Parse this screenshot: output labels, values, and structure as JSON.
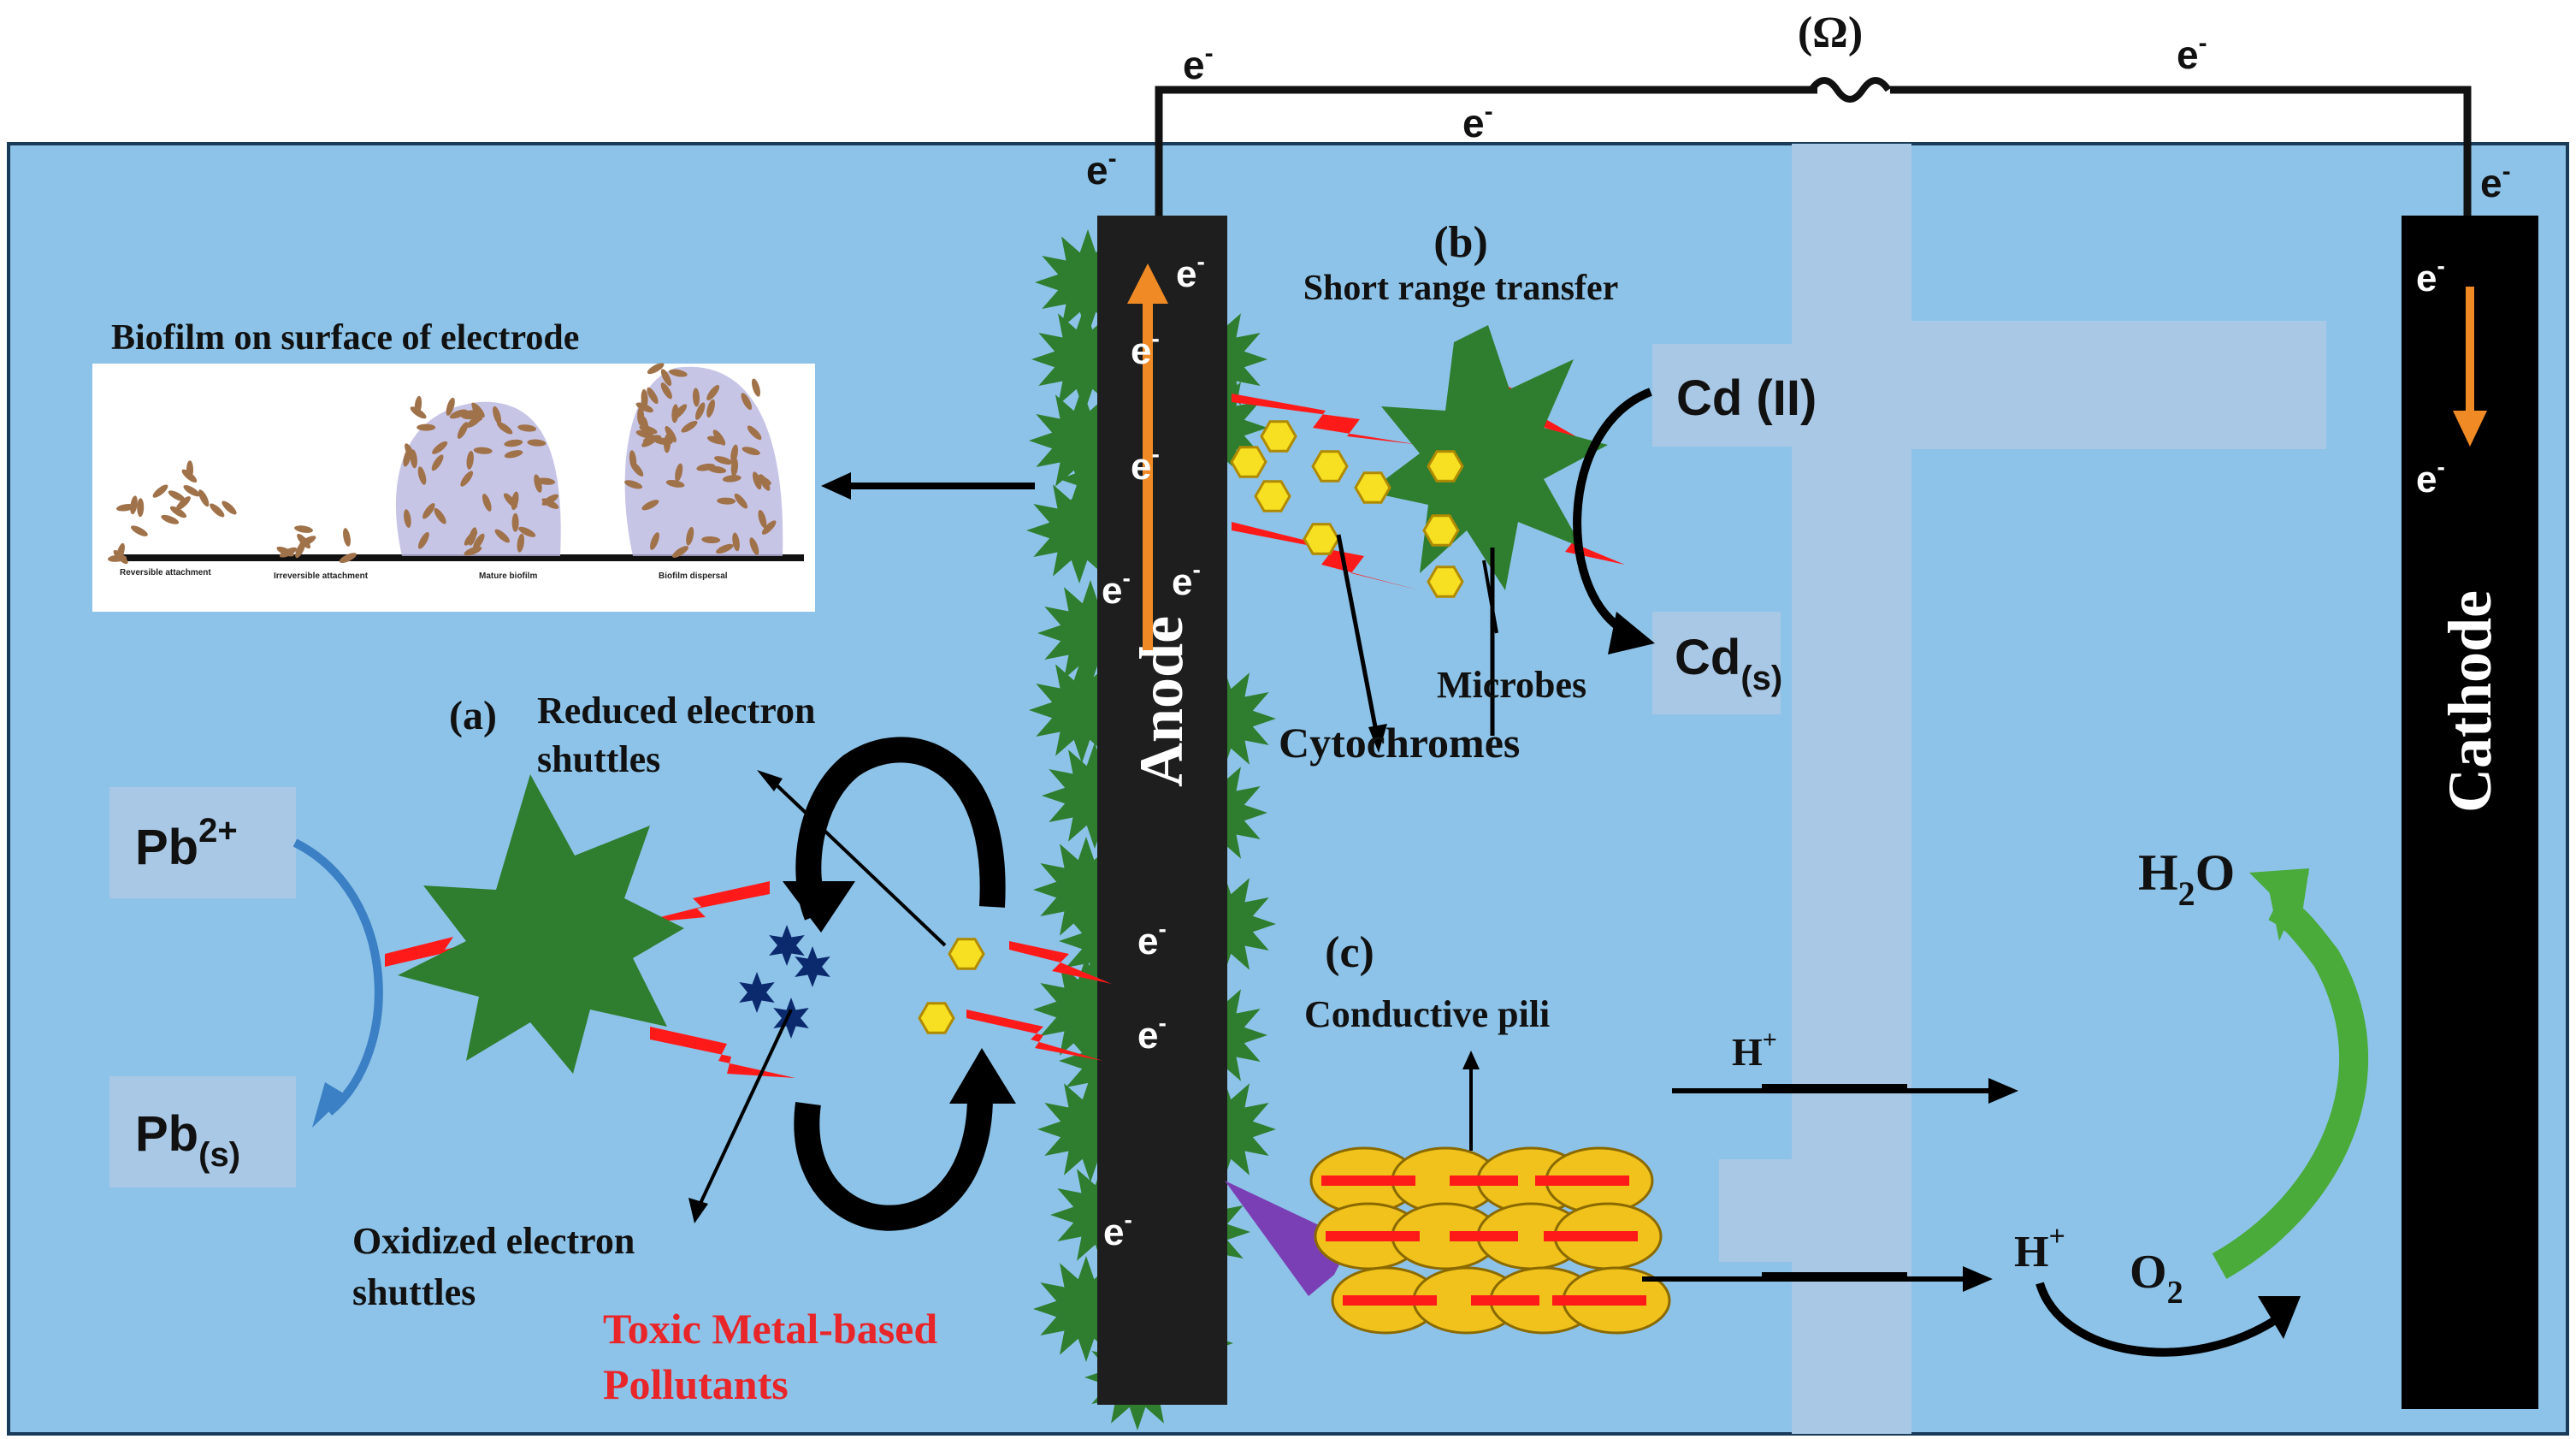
{
  "circuit": {
    "resistor_label": "(Ω)",
    "electron": "e",
    "electron_charge": "-"
  },
  "electrodes": {
    "anode": "Anode",
    "cathode": "Cathode"
  },
  "biofilm": {
    "title": "Biofilm on surface of electrode",
    "stages": [
      "Reversible attachment",
      "Irreversible attachment",
      "Mature biofilm",
      "Biofilm dispersal"
    ]
  },
  "section_b": {
    "tag": "(b)",
    "title": "Short range transfer",
    "microbes": "Microbes",
    "cytochromes": "Cytochromes",
    "cd_ion": "Cd (II)",
    "cd_solid": "Cd",
    "cd_solid_sub": "(s)"
  },
  "section_a": {
    "tag": "(a)",
    "reduced_line1": "Reduced electron",
    "reduced_line2": "shuttles",
    "oxidized_line1": "Oxidized electron",
    "oxidized_line2": "shuttles",
    "pb_ion": "Pb",
    "pb_ion_sup": "2+",
    "pb_solid": "Pb",
    "pb_solid_sub": "(s)"
  },
  "pollutants": {
    "line1": "Toxic Metal-based",
    "line2": "Pollutants"
  },
  "section_c": {
    "tag": "(c)",
    "title": "Conductive pili"
  },
  "cathode_side": {
    "proton_top": "H",
    "proton_bottom": "H",
    "proton_sup": "+",
    "water": "H",
    "water_sub": "2",
    "water_o": "O",
    "oxygen": "O",
    "oxygen_sub": "2"
  },
  "colors": {
    "background": "#8dc3e8",
    "electrode": "#1e1e1e",
    "microbe": "#2f7d2f",
    "lightning": "#ff1a1a",
    "cytochrome": "#f7e021",
    "pili": "#f1c21b",
    "membrane": "#a9c8e6",
    "arrow_orange": "#f08a24",
    "arrow_blue": "#3b7fc4",
    "arrow_green": "#4aaa3a",
    "pollutant_text": "#e8262a"
  }
}
